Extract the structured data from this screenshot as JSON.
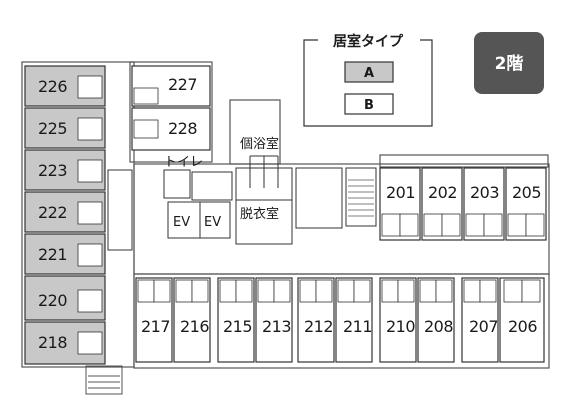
{
  "floor": {
    "label": "2階",
    "bg_color": "#555555"
  },
  "legend": {
    "title": "居室タイプ",
    "types": [
      {
        "key": "A",
        "color": "#c8c8c8"
      },
      {
        "key": "B",
        "color": "#ffffff"
      }
    ]
  },
  "rooms": {
    "type_a": [
      "226",
      "225",
      "223",
      "222",
      "221",
      "220",
      "218"
    ],
    "type_b": [
      "227",
      "228",
      "201",
      "202",
      "203",
      "205",
      "217",
      "216",
      "215",
      "213",
      "212",
      "211",
      "210",
      "208",
      "207",
      "206"
    ]
  },
  "facilities": {
    "toilet": "トイレ",
    "bath": "個浴室",
    "dressing": "脱衣室",
    "ev1": "EV",
    "ev2": "EV"
  }
}
